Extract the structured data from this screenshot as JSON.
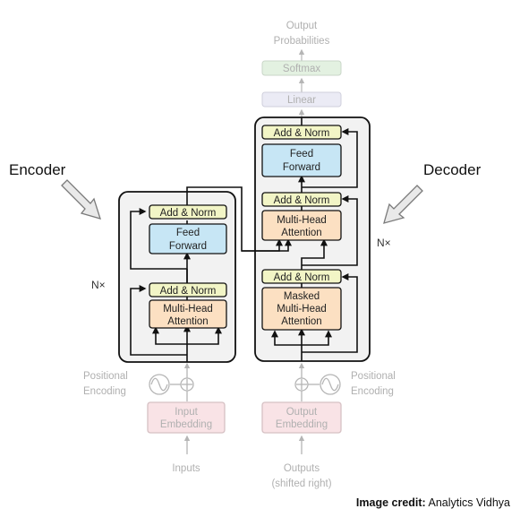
{
  "top": {
    "output_line1": "Output",
    "output_line2": "Probabilities",
    "softmax": "Softmax",
    "linear": "Linear"
  },
  "encoder": {
    "side_label": "Encoder",
    "nx": "N×",
    "add_norm_top": "Add & Norm",
    "ff_line1": "Feed",
    "ff_line2": "Forward",
    "add_norm_bottom": "Add & Norm",
    "mha_line1": "Multi-Head",
    "mha_line2": "Attention",
    "pos_line1": "Positional",
    "pos_line2": "Encoding",
    "emb_line1": "Input",
    "emb_line2": "Embedding",
    "inputs": "Inputs"
  },
  "decoder": {
    "side_label": "Decoder",
    "nx": "N×",
    "add_norm_top": "Add & Norm",
    "ff_line1": "Feed",
    "ff_line2": "Forward",
    "add_norm_mid": "Add & Norm",
    "mha_line1": "Multi-Head",
    "mha_line2": "Attention",
    "add_norm_bottom": "Add & Norm",
    "masked_line1": "Masked",
    "masked_line2": "Multi-Head",
    "masked_line3": "Attention",
    "pos_line1": "Positional",
    "pos_line2": "Encoding",
    "emb_line1": "Output",
    "emb_line2": "Embedding",
    "outputs_line1": "Outputs",
    "outputs_line2": "(shifted right)"
  },
  "credit": {
    "label": "Image credit:",
    "source": " Analytics Vidhya"
  },
  "colors": {
    "add_norm": "#f2f5c6",
    "feed_forward": "#c7e6f5",
    "attention": "#fce0c2",
    "block_bg": "#f2f2f2",
    "softmax": "#e3f1e1",
    "linear": "#ebebf5",
    "faded_text": "#b0b0b0"
  }
}
